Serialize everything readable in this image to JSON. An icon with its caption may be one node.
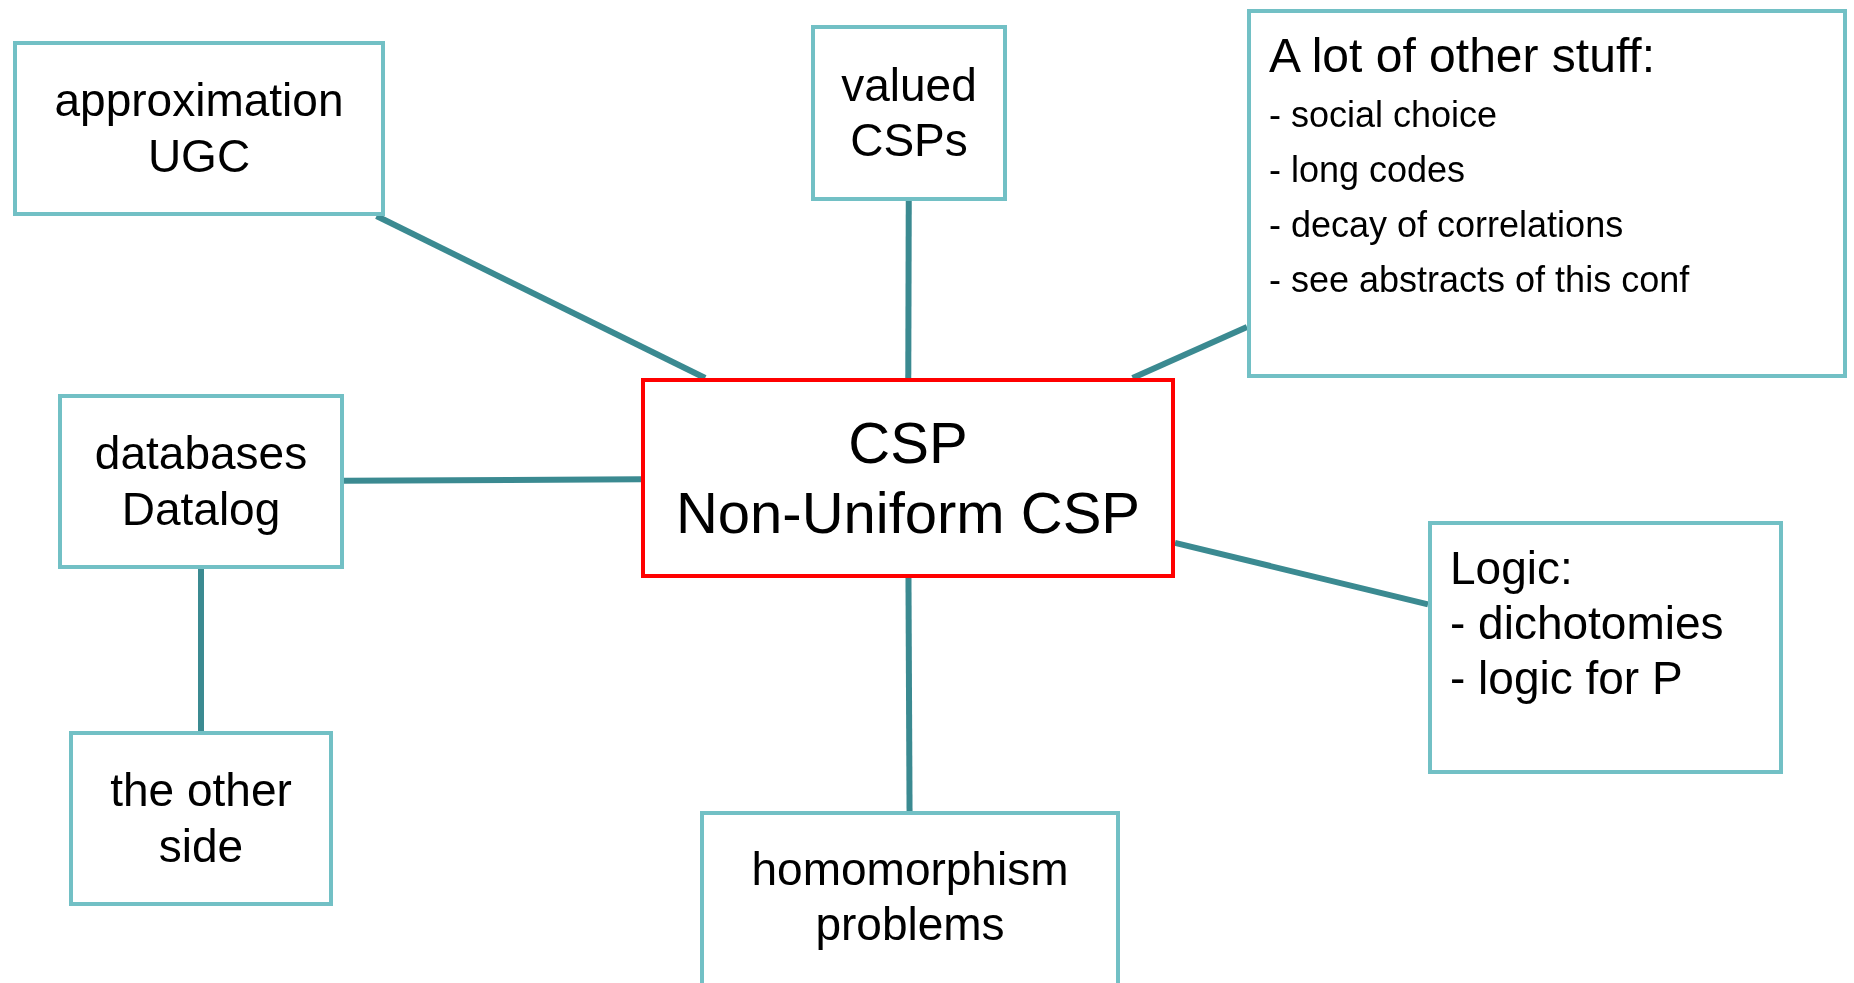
{
  "diagram": {
    "nodes": [
      {
        "text": [
          "CSP",
          "Non-Uniform CSP"
        ]
      },
      {
        "text": [
          "approximation UGC"
        ]
      },
      {
        "text": [
          "valued CSPs"
        ]
      },
      {
        "text": [
          "A lot of other stuff:",
          "- social choice",
          "- long codes",
          "- decay of correlations",
          "- see abstracts of this conf"
        ]
      },
      {
        "text": [
          "databases Datalog"
        ]
      },
      {
        "text": [
          "Logic:",
          "- dichotomies",
          "- logic for P"
        ]
      },
      {
        "text": [
          "the other side"
        ]
      },
      {
        "text": [
          "homomorphism problems"
        ]
      }
    ],
    "edges": [
      {
        "from": 1,
        "to": 0,
        "arrow": "none"
      },
      {
        "from": 2,
        "to": 0,
        "arrow": "none"
      },
      {
        "from": 3,
        "to": 0,
        "arrow": "none"
      },
      {
        "from": 4,
        "to": 0,
        "arrow": "none"
      },
      {
        "from": 5,
        "to": 0,
        "arrow": "none"
      },
      {
        "from": 7,
        "to": 0,
        "arrow": "none"
      },
      {
        "from": 4,
        "to": 6,
        "arrow": "none"
      }
    ]
  }
}
